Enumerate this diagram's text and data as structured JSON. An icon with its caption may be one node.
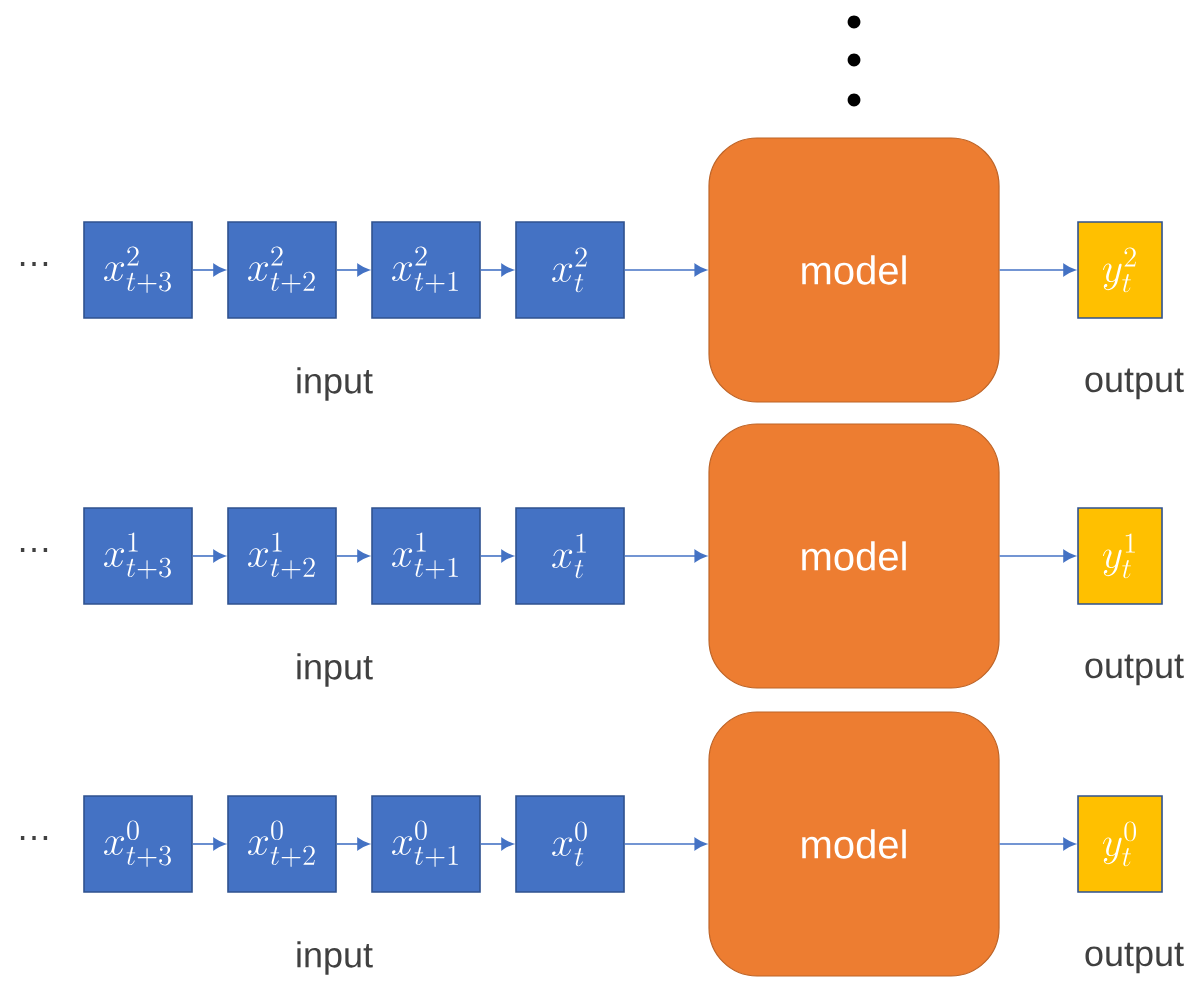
{
  "diagram": {
    "nodes": [
      {
        "text": [
          "x_{t+3}^{2}"
        ]
      },
      {
        "text": [
          "x_{t+2}^{2}"
        ]
      },
      {
        "text": [
          "x_{t+1}^{2}"
        ]
      },
      {
        "text": [
          "x_{t}^{2}"
        ]
      },
      {
        "text": [
          "model"
        ]
      },
      {
        "text": [
          "y_{t}^{2}"
        ]
      },
      {
        "text": [
          "x_{t+3}^{1}"
        ]
      },
      {
        "text": [
          "x_{t+2}^{1}"
        ]
      },
      {
        "text": [
          "x_{t+1}^{1}"
        ]
      },
      {
        "text": [
          "x_{t}^{1}"
        ]
      },
      {
        "text": [
          "model"
        ]
      },
      {
        "text": [
          "y_{t}^{1}"
        ]
      },
      {
        "text": [
          "x_{t+3}^{0}"
        ]
      },
      {
        "text": [
          "x_{t+2}^{0}"
        ]
      },
      {
        "text": [
          "x_{t+1}^{0}"
        ]
      },
      {
        "text": [
          "x_{t}^{0}"
        ]
      },
      {
        "text": [
          "model"
        ]
      },
      {
        "text": [
          "y_{t}^{0}"
        ]
      }
    ],
    "edges": [
      {
        "from": 0,
        "to": 1,
        "arrow": "to"
      },
      {
        "from": 1,
        "to": 2,
        "arrow": "to"
      },
      {
        "from": 2,
        "to": 3,
        "arrow": "to"
      },
      {
        "from": 3,
        "to": 4,
        "arrow": "to"
      },
      {
        "from": 4,
        "to": 5,
        "arrow": "to"
      },
      {
        "from": 6,
        "to": 7,
        "arrow": "to"
      },
      {
        "from": 7,
        "to": 8,
        "arrow": "to"
      },
      {
        "from": 8,
        "to": 9,
        "arrow": "to"
      },
      {
        "from": 9,
        "to": 10,
        "arrow": "to"
      },
      {
        "from": 10,
        "to": 11,
        "arrow": "to"
      },
      {
        "from": 12,
        "to": 13,
        "arrow": "to"
      },
      {
        "from": 13,
        "to": 14,
        "arrow": "to"
      },
      {
        "from": 14,
        "to": 15,
        "arrow": "to"
      },
      {
        "from": 15,
        "to": 16,
        "arrow": "to"
      },
      {
        "from": 16,
        "to": 17,
        "arrow": "to"
      }
    ],
    "labels": [
      "…",
      "input",
      "output",
      "…",
      "input",
      "output",
      "…",
      "input",
      "output"
    ]
  }
}
